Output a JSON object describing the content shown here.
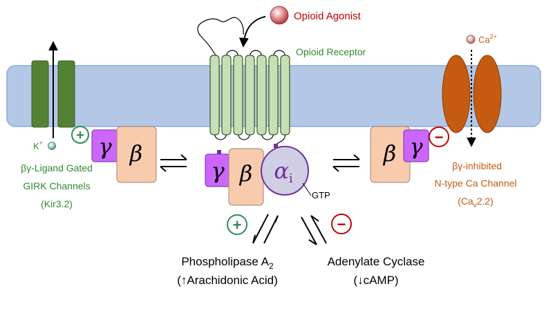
{
  "colors": {
    "membrane_fill": "#b4c7e7",
    "membrane_stroke": "#8ea9d5",
    "girk_green": "#548235",
    "receptor_fill": "#c5e0b4",
    "receptor_stroke": "#385723",
    "gamma_fill": "#cc66ff",
    "gamma_stroke": "#7030a0",
    "beta_fill": "#f8cbad",
    "beta_stroke": "#a08070",
    "alpha_fill": "#d0cee2",
    "alpha_stroke": "#7030a0",
    "alpha_text": "#7030a0",
    "ca_orange": "#c55a11",
    "agonist_red": "#c00000",
    "label_green": "#2e8b2e",
    "plus_green": "#2e8b57",
    "minus_red": "#c00000"
  },
  "labels": {
    "opioid_agonist": "Opioid Agonist",
    "opioid_receptor": "Opioid Receptor",
    "ca_ion": {
      "base": "Ca",
      "sup": "2+"
    },
    "k_ion": {
      "base": "K",
      "sup": "+"
    },
    "girk": {
      "line1": "βγ-Ligand Gated",
      "line2": "GIRK Channels",
      "line3": "(Kir3.2)"
    },
    "ca_channel": {
      "line1": "βγ-inhibited",
      "line2": "N-type Ca Channel",
      "line3_pre": "(Ca",
      "line3_sub": "v",
      "line3_post": "2.2)"
    },
    "gtp": "GTP",
    "gamma": "γ",
    "beta": "β",
    "alpha": "α",
    "alpha_sub": "i",
    "plus": "+",
    "minus": "−",
    "pla2": {
      "base": "Phospholipase A",
      "sub": "2"
    },
    "pla2_effect": "(↑Arachidonic Acid)",
    "ac": "Adenylate Cyclase",
    "ac_effect": "(↓cAMP)"
  }
}
